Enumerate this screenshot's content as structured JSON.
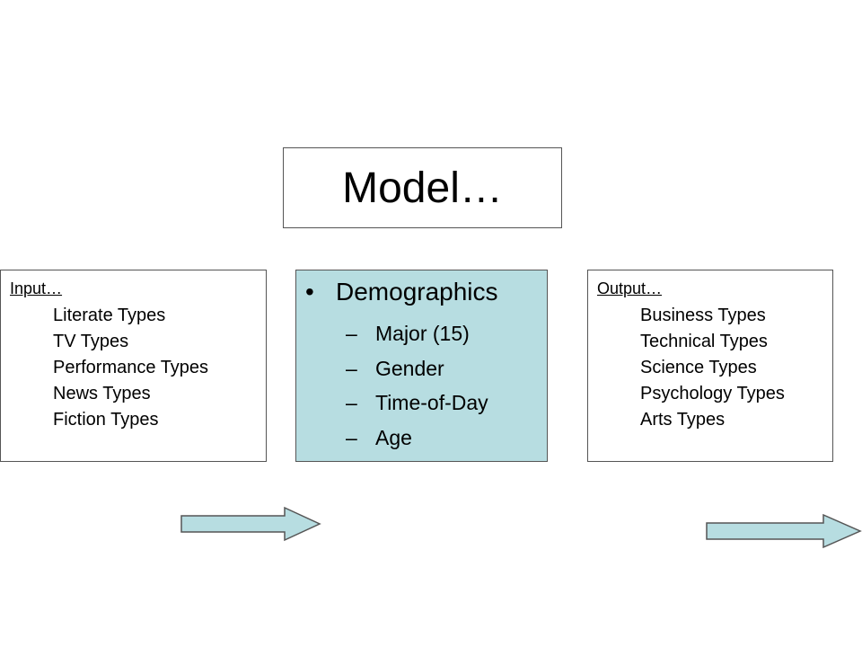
{
  "title": "Model…",
  "input": {
    "heading": "Input…",
    "items": [
      "Literate Types",
      "TV Types",
      "Performance Types",
      "News Types",
      "Fiction Types"
    ]
  },
  "model": {
    "bullet": "•",
    "heading": "Demographics",
    "dash": "–",
    "items": [
      "Major (15)",
      "Gender",
      "Time-of-Day",
      "Age"
    ]
  },
  "output": {
    "heading": "Output…",
    "items": [
      "Business Types",
      "Technical Types",
      "Science Types",
      "Psychology Types",
      "Arts Types"
    ]
  },
  "colors": {
    "model_fill": "#b7dde1",
    "arrow_fill": "#b7dde1",
    "border": "#555555"
  }
}
